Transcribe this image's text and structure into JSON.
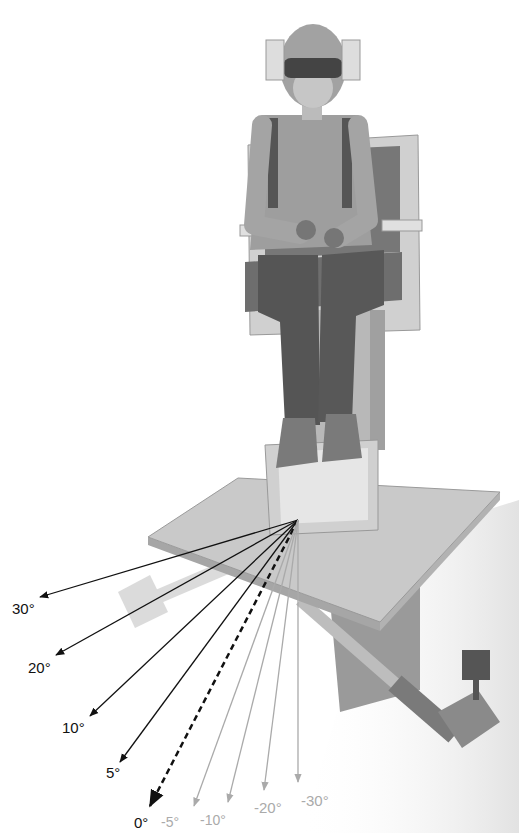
{
  "diagram": {
    "labels": [
      "30°",
      "20°",
      "10°",
      "5°",
      "0°",
      "-5°",
      "-10°",
      "-20°",
      "-30°"
    ]
  }
}
